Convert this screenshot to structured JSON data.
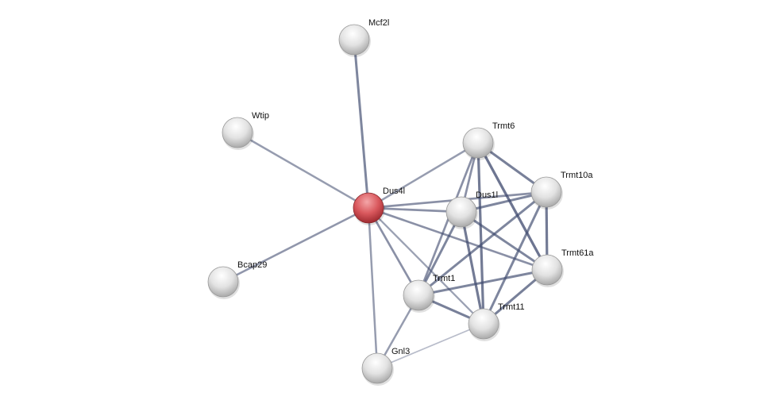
{
  "network": {
    "nodes": [
      {
        "id": "Mcf2l",
        "label": "Mcf2l",
        "query": false
      },
      {
        "id": "Wtip",
        "label": "Wtip",
        "query": false
      },
      {
        "id": "Dus4l",
        "label": "Dus4l",
        "query": true
      },
      {
        "id": "Bcap29",
        "label": "Bcap29",
        "query": false
      },
      {
        "id": "Trmt6",
        "label": "Trmt6",
        "query": false
      },
      {
        "id": "Trmt10a",
        "label": "Trmt10a",
        "query": false
      },
      {
        "id": "Dus1l",
        "label": "Dus1l",
        "query": false
      },
      {
        "id": "Trmt61a",
        "label": "Trmt61a",
        "query": false
      },
      {
        "id": "Trmt1",
        "label": "Trmt1",
        "query": false
      },
      {
        "id": "Trmt11",
        "label": "Trmt11",
        "query": false
      },
      {
        "id": "Gnl3",
        "label": "Gnl3",
        "query": false
      }
    ],
    "edges": [
      {
        "source": "Dus4l",
        "target": "Mcf2l",
        "strength": 0.7
      },
      {
        "source": "Dus4l",
        "target": "Wtip",
        "strength": 0.5
      },
      {
        "source": "Dus4l",
        "target": "Bcap29",
        "strength": 0.55
      },
      {
        "source": "Dus4l",
        "target": "Trmt6",
        "strength": 0.5
      },
      {
        "source": "Dus4l",
        "target": "Dus1l",
        "strength": 0.6
      },
      {
        "source": "Dus4l",
        "target": "Trmt10a",
        "strength": 0.6
      },
      {
        "source": "Dus4l",
        "target": "Trmt61a",
        "strength": 0.6
      },
      {
        "source": "Dus4l",
        "target": "Trmt1",
        "strength": 0.6
      },
      {
        "source": "Dus4l",
        "target": "Trmt11",
        "strength": 0.45
      },
      {
        "source": "Dus4l",
        "target": "Gnl3",
        "strength": 0.5
      },
      {
        "source": "Trmt6",
        "target": "Dus1l",
        "strength": 0.6
      },
      {
        "source": "Trmt6",
        "target": "Trmt10a",
        "strength": 0.75
      },
      {
        "source": "Trmt6",
        "target": "Trmt61a",
        "strength": 0.85
      },
      {
        "source": "Trmt6",
        "target": "Trmt1",
        "strength": 0.6
      },
      {
        "source": "Trmt6",
        "target": "Trmt11",
        "strength": 0.8
      },
      {
        "source": "Dus1l",
        "target": "Trmt10a",
        "strength": 0.7
      },
      {
        "source": "Dus1l",
        "target": "Trmt61a",
        "strength": 0.7
      },
      {
        "source": "Dus1l",
        "target": "Trmt1",
        "strength": 0.7
      },
      {
        "source": "Dus1l",
        "target": "Trmt11",
        "strength": 0.8
      },
      {
        "source": "Trmt10a",
        "target": "Trmt61a",
        "strength": 0.8
      },
      {
        "source": "Trmt10a",
        "target": "Trmt1",
        "strength": 0.7
      },
      {
        "source": "Trmt10a",
        "target": "Trmt11",
        "strength": 0.7
      },
      {
        "source": "Trmt61a",
        "target": "Trmt1",
        "strength": 0.7
      },
      {
        "source": "Trmt61a",
        "target": "Trmt11",
        "strength": 0.75
      },
      {
        "source": "Trmt1",
        "target": "Trmt11",
        "strength": 0.75
      },
      {
        "source": "Trmt1",
        "target": "Gnl3",
        "strength": 0.5
      },
      {
        "source": "Trmt11",
        "target": "Gnl3",
        "strength": 0.2
      }
    ],
    "colors": {
      "edge": "#3f4a6e",
      "node": "#d8d8d8",
      "query_node": "#d24a50"
    }
  }
}
